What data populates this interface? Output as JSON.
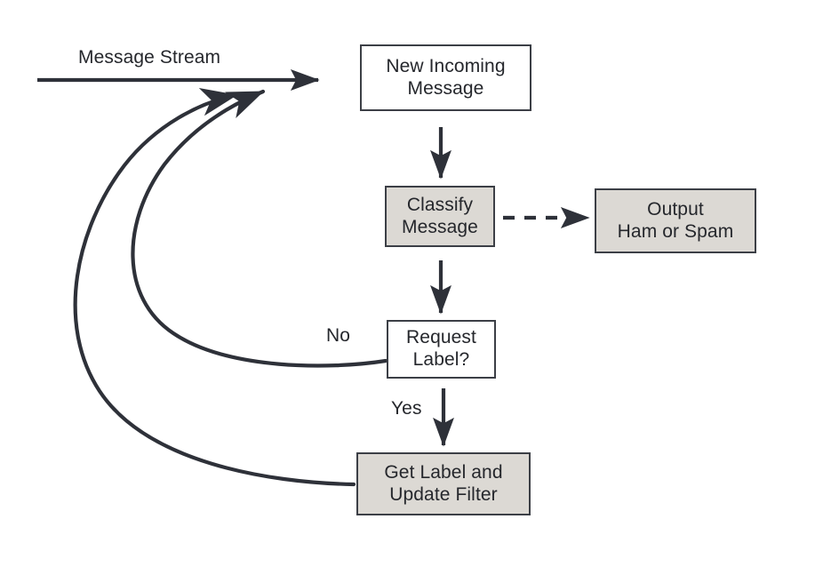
{
  "diagram": {
    "title_label": "Message Stream",
    "colors": {
      "stroke": "#2e3139",
      "box_border": "#3c3f46",
      "shaded_fill": "#dcd9d4",
      "plain_fill": "#ffffff",
      "text": "#25272c",
      "background": "#ffffff"
    },
    "nodes": [
      {
        "id": "new_incoming_message",
        "label": "New Incoming\nMessage",
        "style": "plain"
      },
      {
        "id": "classify_message",
        "label": "Classify\nMessage",
        "style": "shaded"
      },
      {
        "id": "output_ham_or_spam",
        "label": "Output\nHam or Spam",
        "style": "shaded"
      },
      {
        "id": "request_label",
        "label": "Request\nLabel?",
        "style": "plain"
      },
      {
        "id": "get_label_and_update_filter",
        "label": "Get Label and\nUpdate Filter",
        "style": "shaded"
      }
    ],
    "edges": [
      {
        "id": "stream_in",
        "label": "Message Stream",
        "style": "solid",
        "from": "stream-source",
        "to": "new_incoming_message"
      },
      {
        "id": "new_to_classify",
        "label": "",
        "style": "solid",
        "from": "new_incoming_message",
        "to": "classify_message"
      },
      {
        "id": "classify_to_output",
        "label": "",
        "style": "dashed",
        "from": "classify_message",
        "to": "output_ham_or_spam"
      },
      {
        "id": "classify_to_request",
        "label": "",
        "style": "solid",
        "from": "classify_message",
        "to": "request_label"
      },
      {
        "id": "request_no",
        "label": "No",
        "style": "solid",
        "from": "request_label",
        "to": "stream_in"
      },
      {
        "id": "request_yes",
        "label": "Yes",
        "style": "solid",
        "from": "request_label",
        "to": "get_label_and_update_filter"
      },
      {
        "id": "update_to_stream",
        "label": "",
        "style": "solid",
        "from": "get_label_and_update_filter",
        "to": "stream_in"
      }
    ],
    "labels": {
      "no": "No",
      "yes": "Yes"
    }
  }
}
